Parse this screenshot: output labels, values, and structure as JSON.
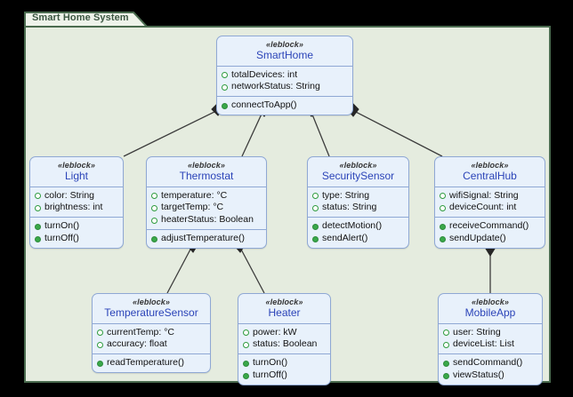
{
  "frame": {
    "label": "Smart Home System",
    "bg_color": "#e5ecdf",
    "border_color": "#4a6b4f",
    "label_color": "#3c5742"
  },
  "style": {
    "block_fill": "#e8f1fb",
    "block_border": "#8fa8d4",
    "block_name_color": "#2b44b8",
    "attribute_bullet_color": "#2e9b3e",
    "operation_bullet_color": "#3aa84a",
    "connector_color": "#3c3c3c"
  },
  "blocks": [
    {
      "id": "smarthome",
      "stereotype": "«leblock»",
      "name": "SmartHome",
      "attributes": [
        "totalDevices: int",
        "networkStatus: String"
      ],
      "operations": [
        "connectToApp()"
      ]
    },
    {
      "id": "light",
      "stereotype": "«leblock»",
      "name": "Light",
      "attributes": [
        "color: String",
        "brightness: int"
      ],
      "operations": [
        "turnOn()",
        "turnOff()"
      ]
    },
    {
      "id": "thermostat",
      "stereotype": "«leblock»",
      "name": "Thermostat",
      "attributes": [
        "temperature: °C",
        "targetTemp: °C",
        "heaterStatus: Boolean"
      ],
      "operations": [
        "adjustTemperature()"
      ]
    },
    {
      "id": "securitysensor",
      "stereotype": "«leblock»",
      "name": "SecuritySensor",
      "attributes": [
        "type: String",
        "status: String"
      ],
      "operations": [
        "detectMotion()",
        "sendAlert()"
      ]
    },
    {
      "id": "centralhub",
      "stereotype": "«leblock»",
      "name": "CentralHub",
      "attributes": [
        "wifiSignal: String",
        "deviceCount: int"
      ],
      "operations": [
        "receiveCommand()",
        "sendUpdate()"
      ]
    },
    {
      "id": "temperaturesensor",
      "stereotype": "«leblock»",
      "name": "TemperatureSensor",
      "attributes": [
        "currentTemp: °C",
        "accuracy: float"
      ],
      "operations": [
        "readTemperature()"
      ]
    },
    {
      "id": "heater",
      "stereotype": "«leblock»",
      "name": "Heater",
      "attributes": [
        "power: kW",
        "status: Boolean"
      ],
      "operations": [
        "turnOn()",
        "turnOff()"
      ]
    },
    {
      "id": "mobileapp",
      "stereotype": "«leblock»",
      "name": "MobileApp",
      "attributes": [
        "user: String",
        "deviceList: List"
      ],
      "operations": [
        "sendCommand()",
        "viewStatus()"
      ]
    }
  ],
  "connections": [
    {
      "from": "smarthome",
      "to": "light",
      "type": "composition"
    },
    {
      "from": "smarthome",
      "to": "thermostat",
      "type": "composition"
    },
    {
      "from": "smarthome",
      "to": "securitysensor",
      "type": "composition"
    },
    {
      "from": "smarthome",
      "to": "centralhub",
      "type": "composition"
    },
    {
      "from": "thermostat",
      "to": "temperaturesensor",
      "type": "composition"
    },
    {
      "from": "thermostat",
      "to": "heater",
      "type": "composition"
    },
    {
      "from": "centralhub",
      "to": "mobileapp",
      "type": "composition"
    }
  ]
}
